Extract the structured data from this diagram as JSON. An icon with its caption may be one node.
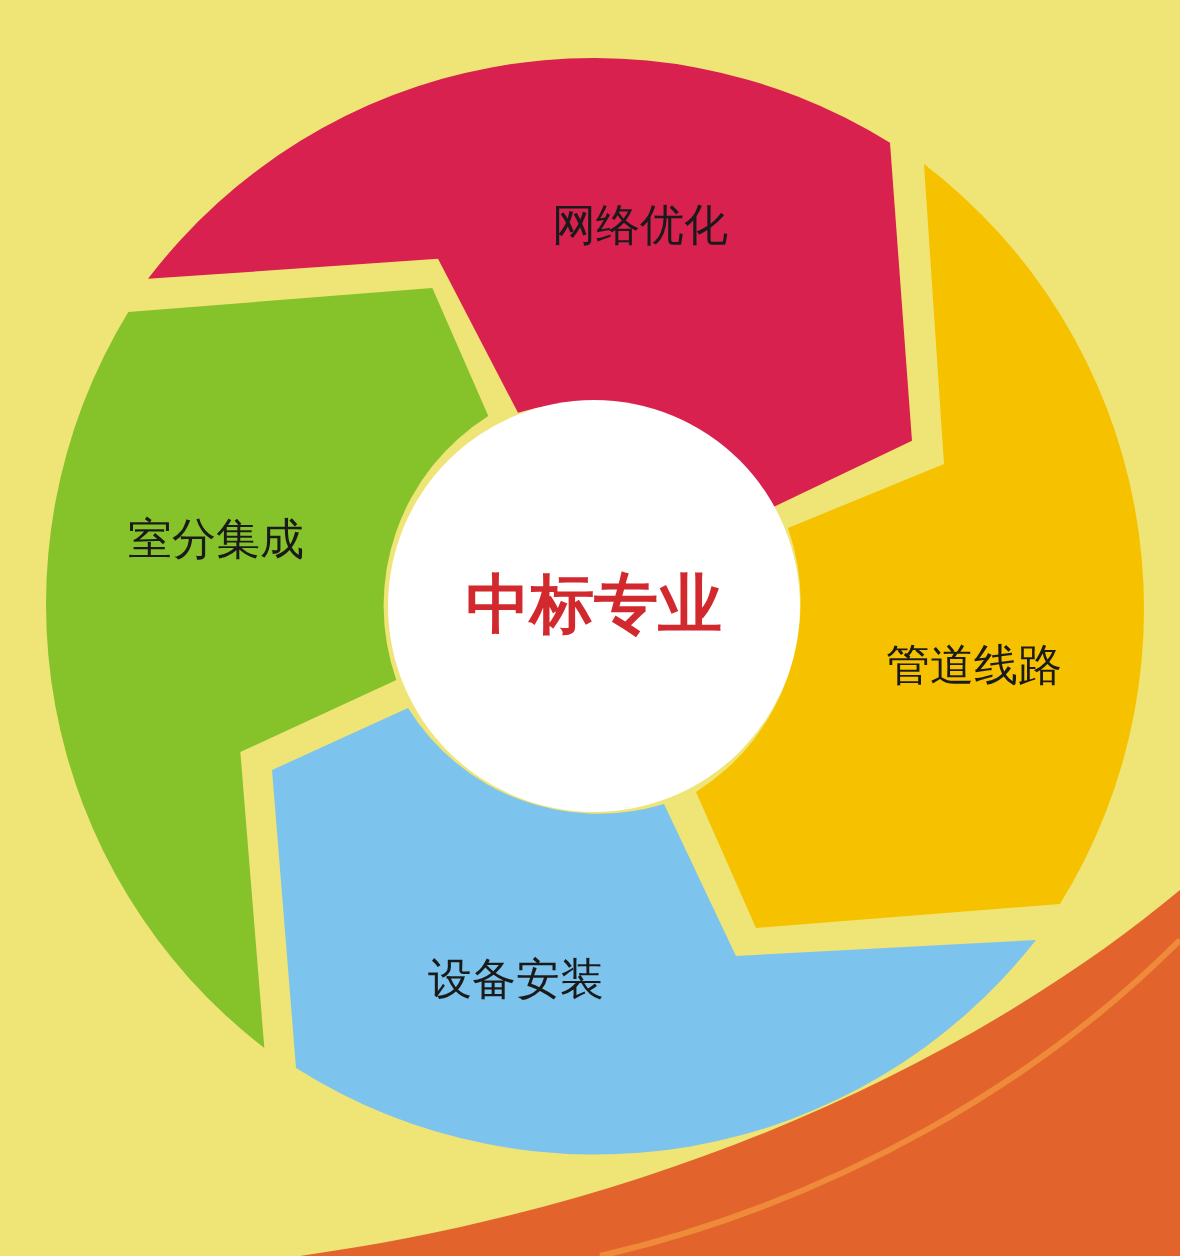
{
  "diagram": {
    "nodes": [
      {
        "text": [
          "网络优化"
        ]
      },
      {
        "text": [
          "室分集成"
        ]
      },
      {
        "text": [
          "中标专业"
        ]
      },
      {
        "text": [
          "管道线路"
        ]
      },
      {
        "text": [
          "设备安装"
        ]
      }
    ]
  }
}
